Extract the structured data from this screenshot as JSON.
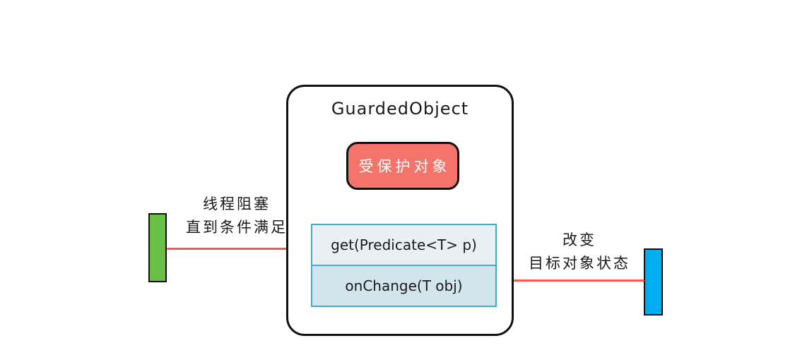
{
  "diagram": {
    "container": {
      "title": "GuardedObject"
    },
    "protected_object": {
      "label": "受保护对象",
      "fill_color": "#f4736b",
      "text_color": "#ffffff"
    },
    "methods": [
      {
        "label": "get(Predicate<T> p)",
        "fill_color": "#e8f0f4"
      },
      {
        "label": "onChange(T obj)",
        "fill_color": "#d2e4ec"
      }
    ],
    "left_annotation": {
      "line1": "线程阻塞",
      "line2": "直到条件满足"
    },
    "right_annotation": {
      "line1": "改变",
      "line2": "目标对象状态"
    },
    "bars": {
      "caller_bar_color": "#6abf45",
      "changer_bar_color": "#00aeef"
    },
    "colors": {
      "arrow": "#f15b55",
      "method_border": "#3faecc",
      "container_border": "#111111"
    }
  }
}
